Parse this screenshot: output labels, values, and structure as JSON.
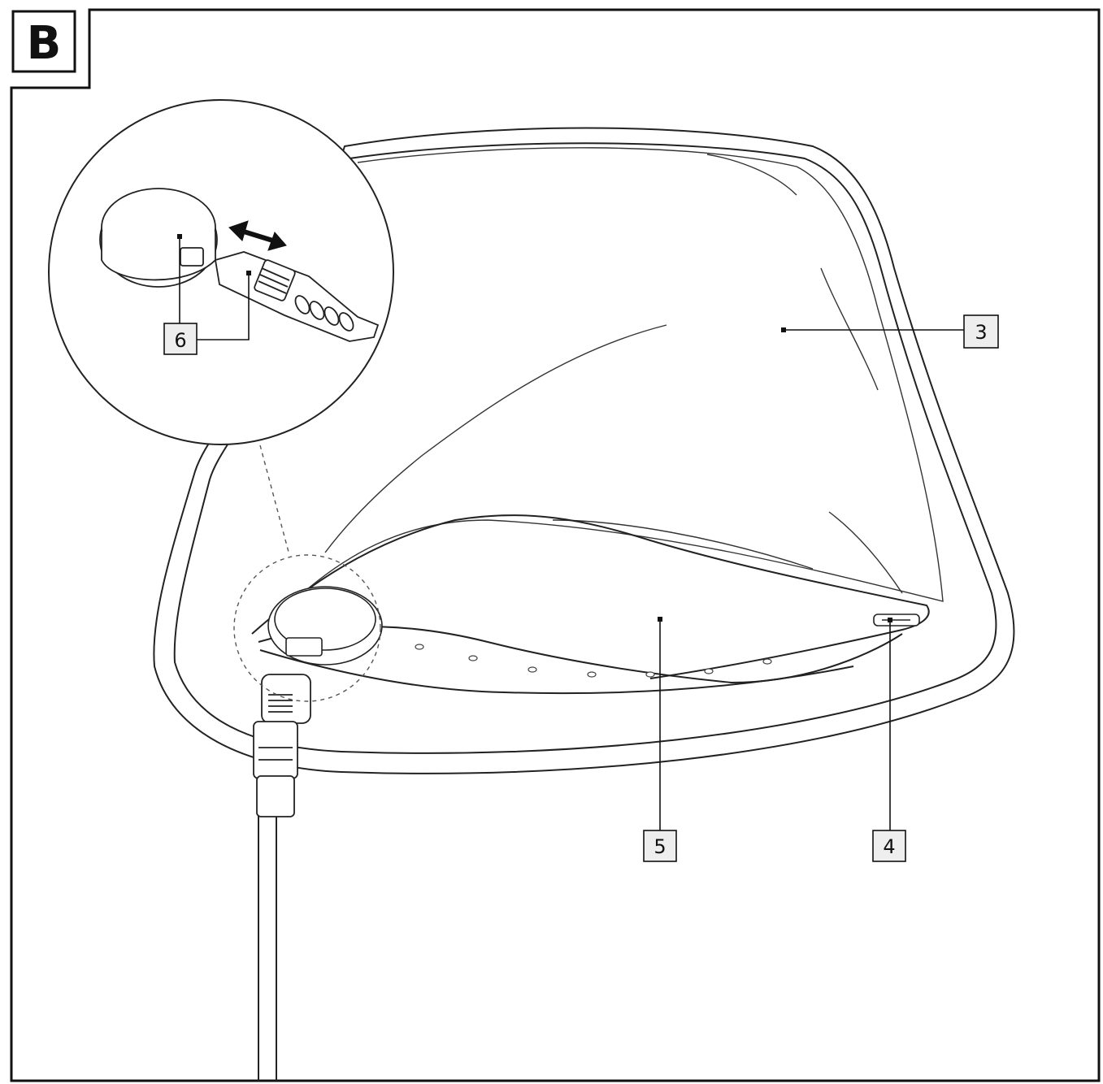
{
  "figure": {
    "panel_label": "B",
    "callouts": [
      {
        "id": "3",
        "text": "3"
      },
      {
        "id": "4",
        "text": "4"
      },
      {
        "id": "5",
        "text": "5"
      },
      {
        "id": "6",
        "text": "6"
      }
    ]
  }
}
